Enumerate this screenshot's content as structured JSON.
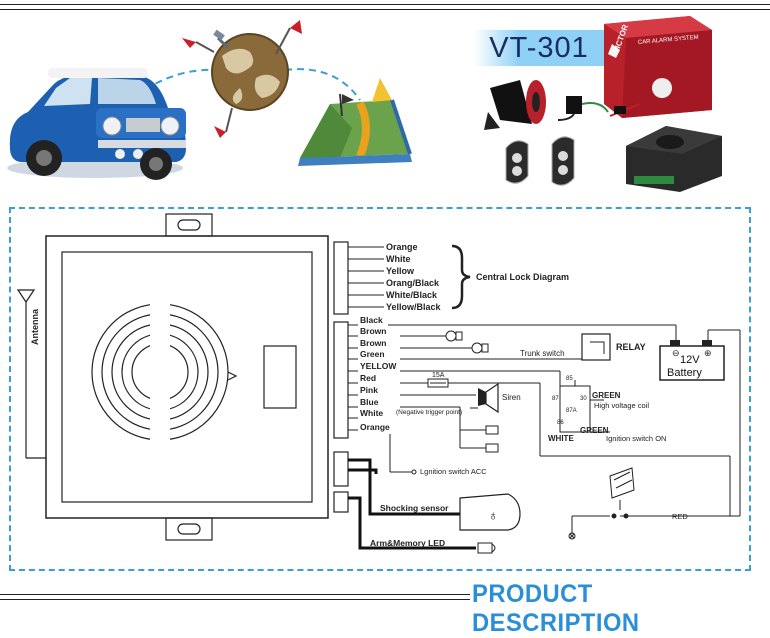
{
  "banner": {
    "model": "VT-301",
    "box_brand": "VICTOR",
    "box_label": "CAR ALARM SYSTEM"
  },
  "diagram": {
    "antenna_label": "Antenna",
    "central_lock_wires": [
      "Orange",
      "White",
      "Yellow",
      "Orang/Black",
      "White/Black",
      "Yellow/Black"
    ],
    "central_lock_title": "Central Lock Diagram",
    "main_wires": [
      "Black",
      "Brown",
      "Brown",
      "Green",
      "YELLOW",
      "Red",
      "Pink",
      "Blue",
      "White",
      "Orange"
    ],
    "trunk_switch": "Trunk switch",
    "relay": "RELAY",
    "battery_line1": "12V",
    "battery_line2": "Battery",
    "fuse": "15A",
    "siren": "Siren",
    "negative_trigger": "(Negative trigger point)",
    "relay_pins": [
      "85",
      "87",
      "30",
      "87A",
      "86"
    ],
    "green_hv": "GREEN",
    "high_voltage_coil": "High voltage coil",
    "green_ign": "GREEN",
    "white_ign": "WHITE",
    "ignition_on": "Ignition switch ON",
    "ignition_acc": "Lgnition switch ACC",
    "shocking_sensor": "Shocking sensor",
    "arm_led": "Arm&Memory LED",
    "red": "RED"
  },
  "footer": {
    "title": "PRODUCT DESCRIPTION"
  },
  "colors": {
    "accent_blue": "#2a8fd6",
    "frame_dashed": "#3a9fd3",
    "model_tag_bg": "#8fd0f7",
    "model_tag_text": "#1b2b63"
  }
}
